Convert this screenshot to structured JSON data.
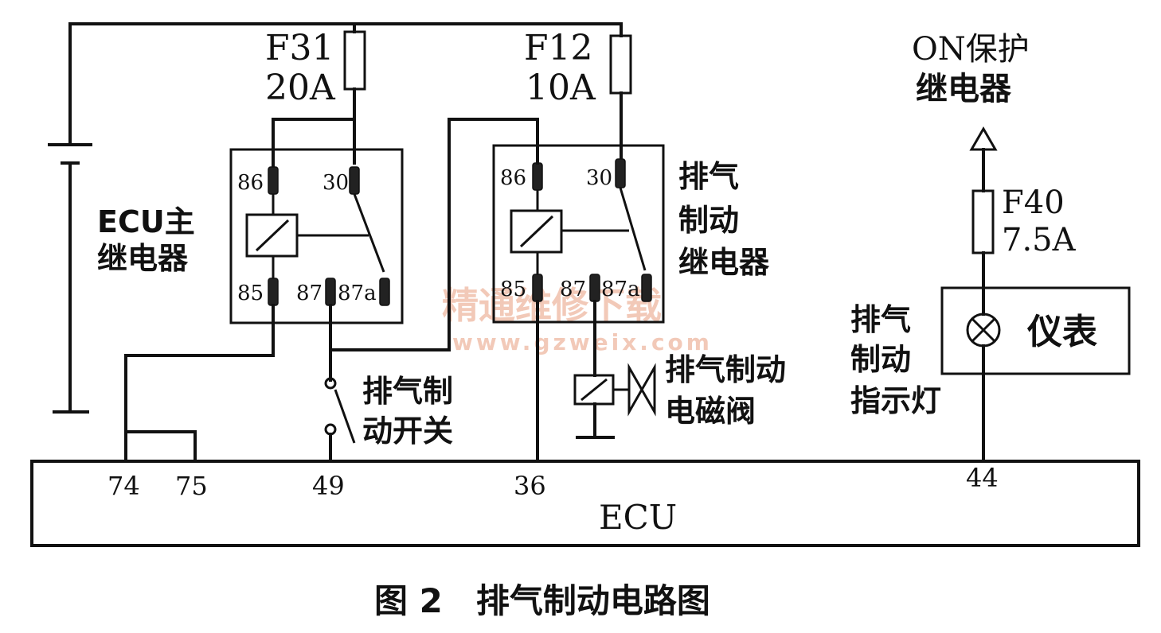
{
  "fuse_f31": {
    "name": "F31",
    "rating": "20A"
  },
  "fuse_f12": {
    "name": "F12",
    "rating": "10A"
  },
  "fuse_f40": {
    "name": "F40",
    "rating": "7.5A"
  },
  "on_relay": {
    "line1": "ON保护",
    "line2": "继电器"
  },
  "ecu_main_relay": {
    "line1": "ECU主",
    "line2": "继电器",
    "pins": [
      "86",
      "30",
      "85",
      "87",
      "87a"
    ]
  },
  "exhaust_brake_relay": {
    "line1": "排气",
    "line2": "制动",
    "line3": "继电器",
    "pins": [
      "86",
      "30",
      "85",
      "87",
      "87a"
    ]
  },
  "exhaust_brake_switch": {
    "line1": "排气制",
    "line2": "动开关"
  },
  "solenoid_valve": {
    "line1": "排气制动",
    "line2": "电磁阀"
  },
  "indicator": {
    "line1": "排气",
    "line2": "制动",
    "line3": "指示灯"
  },
  "meter": {
    "label": "仪表"
  },
  "ecu": {
    "label": "ECU",
    "pins": [
      "74",
      "75",
      "49",
      "36",
      "44"
    ]
  },
  "watermark": {
    "line1": "精通维修下载",
    "line2": "www.gzweix.com"
  },
  "caption": "图 2　排气制动电路图"
}
